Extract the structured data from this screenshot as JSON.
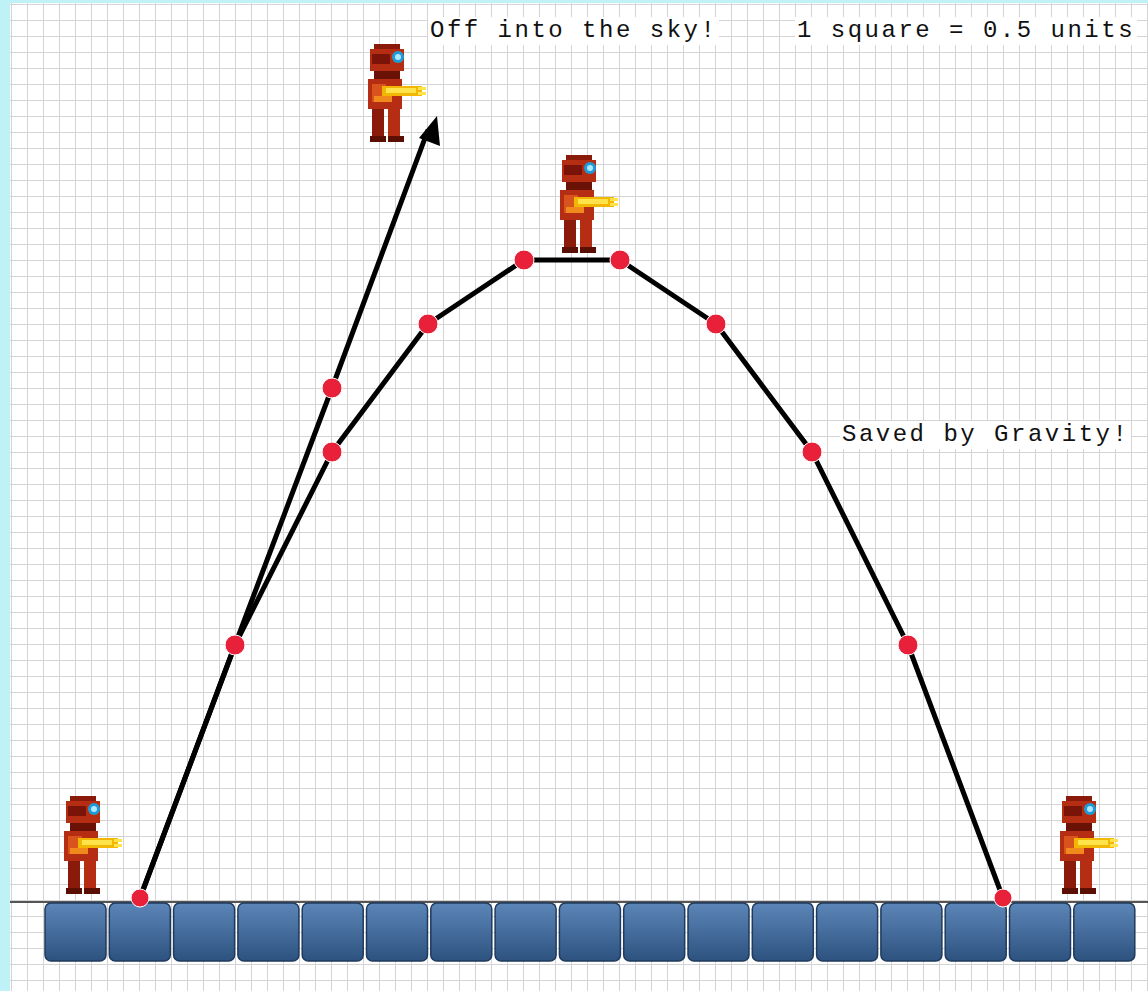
{
  "diagram": {
    "labels": [
      "Off into the sky!",
      "1 square = 0.5 units",
      "Saved by Gravity!"
    ]
  }
}
